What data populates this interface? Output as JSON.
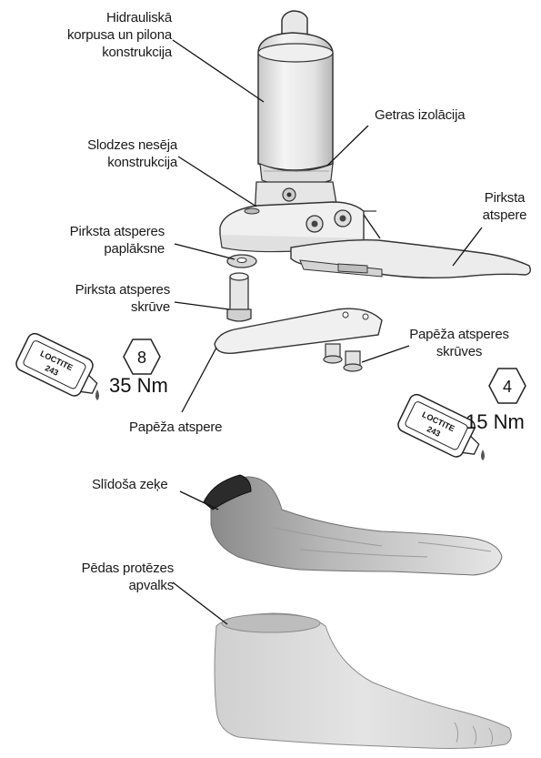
{
  "labels": {
    "hydraulic": [
      "Hidrauliskā",
      "korpusa un pilona",
      "konstrukcija"
    ],
    "gaiter": "Getras izolācija",
    "load": [
      "Slodzes nesēja",
      "konstrukcija"
    ],
    "toe_spring": [
      "Pirksta",
      "atspere"
    ],
    "toe_washer": [
      "Pirksta atsperes",
      "paplāksne"
    ],
    "toe_screw": [
      "Pirksta atsperes",
      "skrūve"
    ],
    "heel_screws": [
      "Papēža atsperes",
      "skrūves"
    ],
    "heel_spring": "Papēža atspere",
    "sock": "Slīdoša zeķe",
    "cover": [
      "Pēdas protēzes",
      "apvalks"
    ]
  },
  "torques": {
    "left": {
      "hex": "8",
      "value": "35 Nm"
    },
    "right": {
      "hex": "4",
      "value": "15 Nm"
    }
  },
  "loctite": {
    "brand": "LOCTITE",
    "code": "243"
  }
}
